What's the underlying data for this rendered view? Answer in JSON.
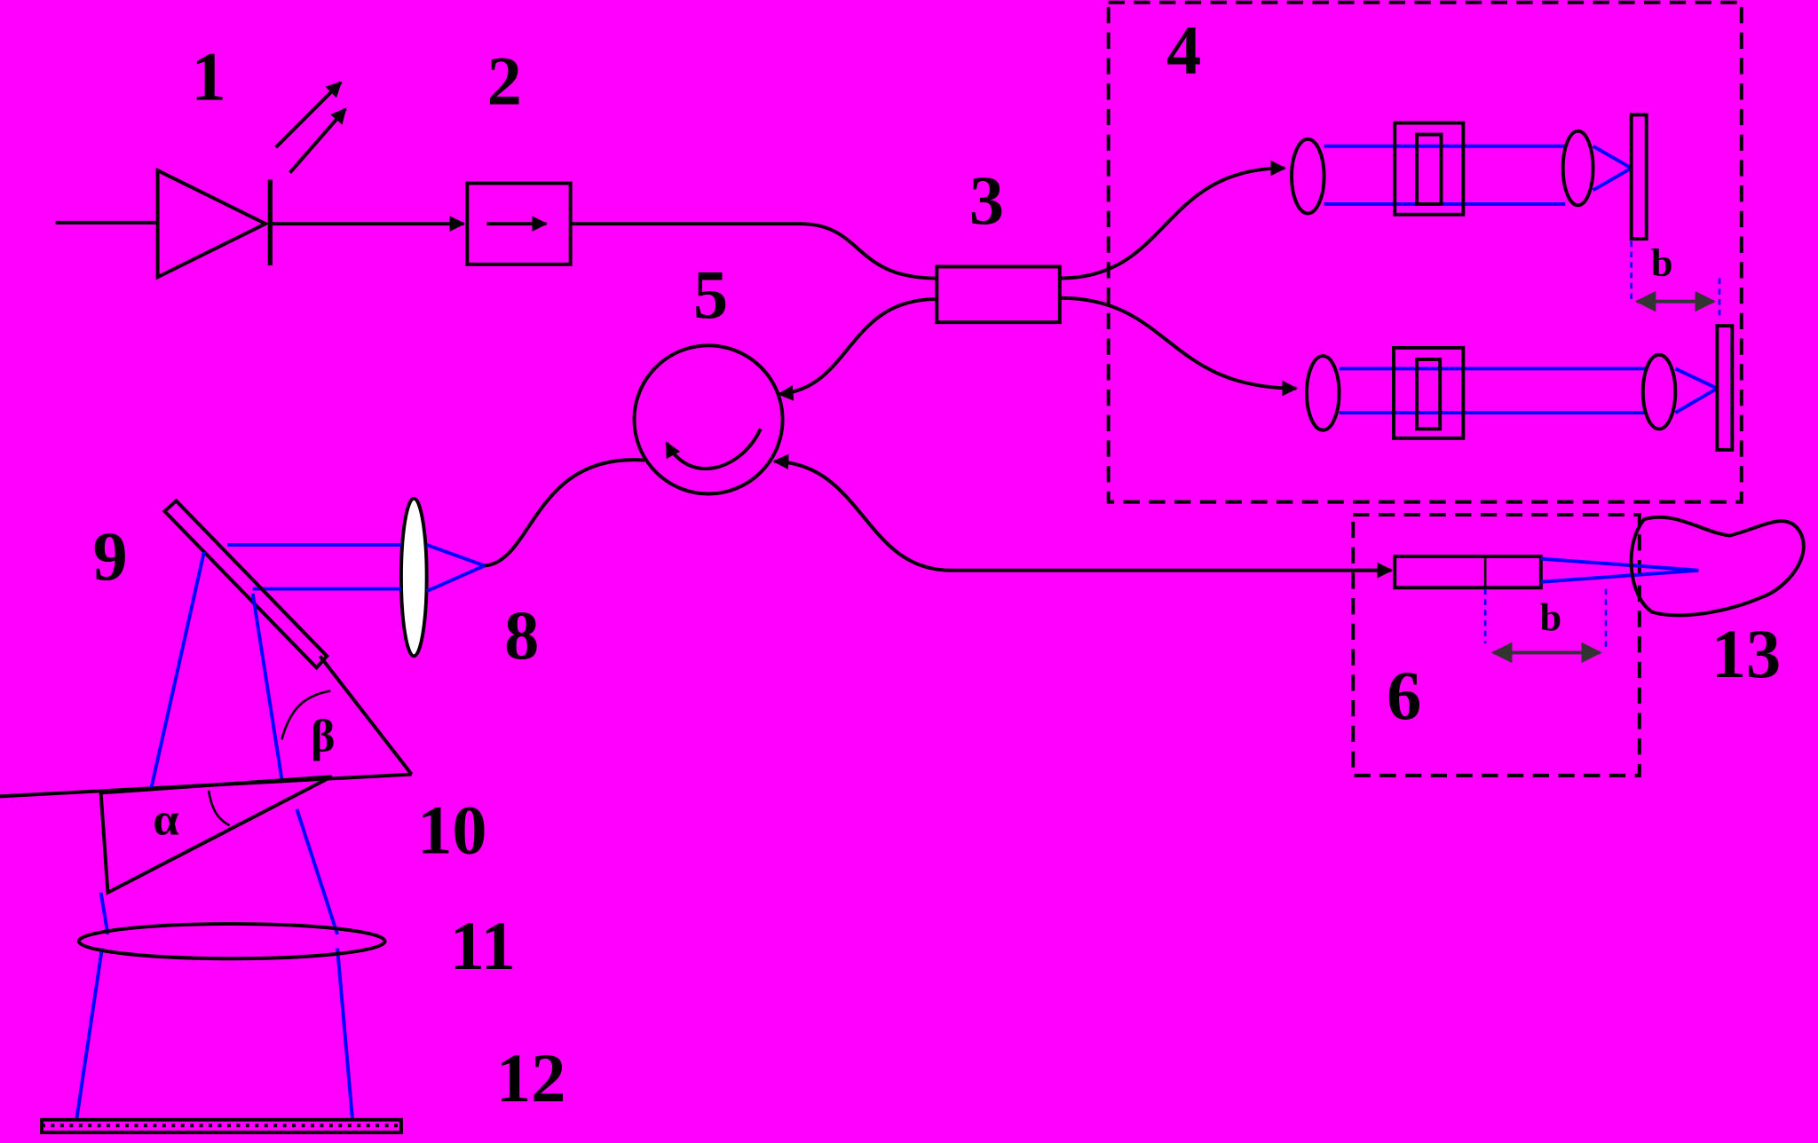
{
  "diagram": {
    "background_color": "#ff00ff",
    "line_color": "#000000",
    "beam_color": "#0000ff",
    "labels": {
      "n1": "1",
      "n2": "2",
      "n3": "3",
      "n4": "4",
      "n5": "5",
      "n6": "6",
      "n8": "8",
      "n9": "9",
      "n10": "10",
      "n11": "11",
      "n12": "12",
      "n13": "13",
      "b_ref": "b",
      "b_sample": "b",
      "alpha": "α",
      "beta": "β"
    }
  }
}
